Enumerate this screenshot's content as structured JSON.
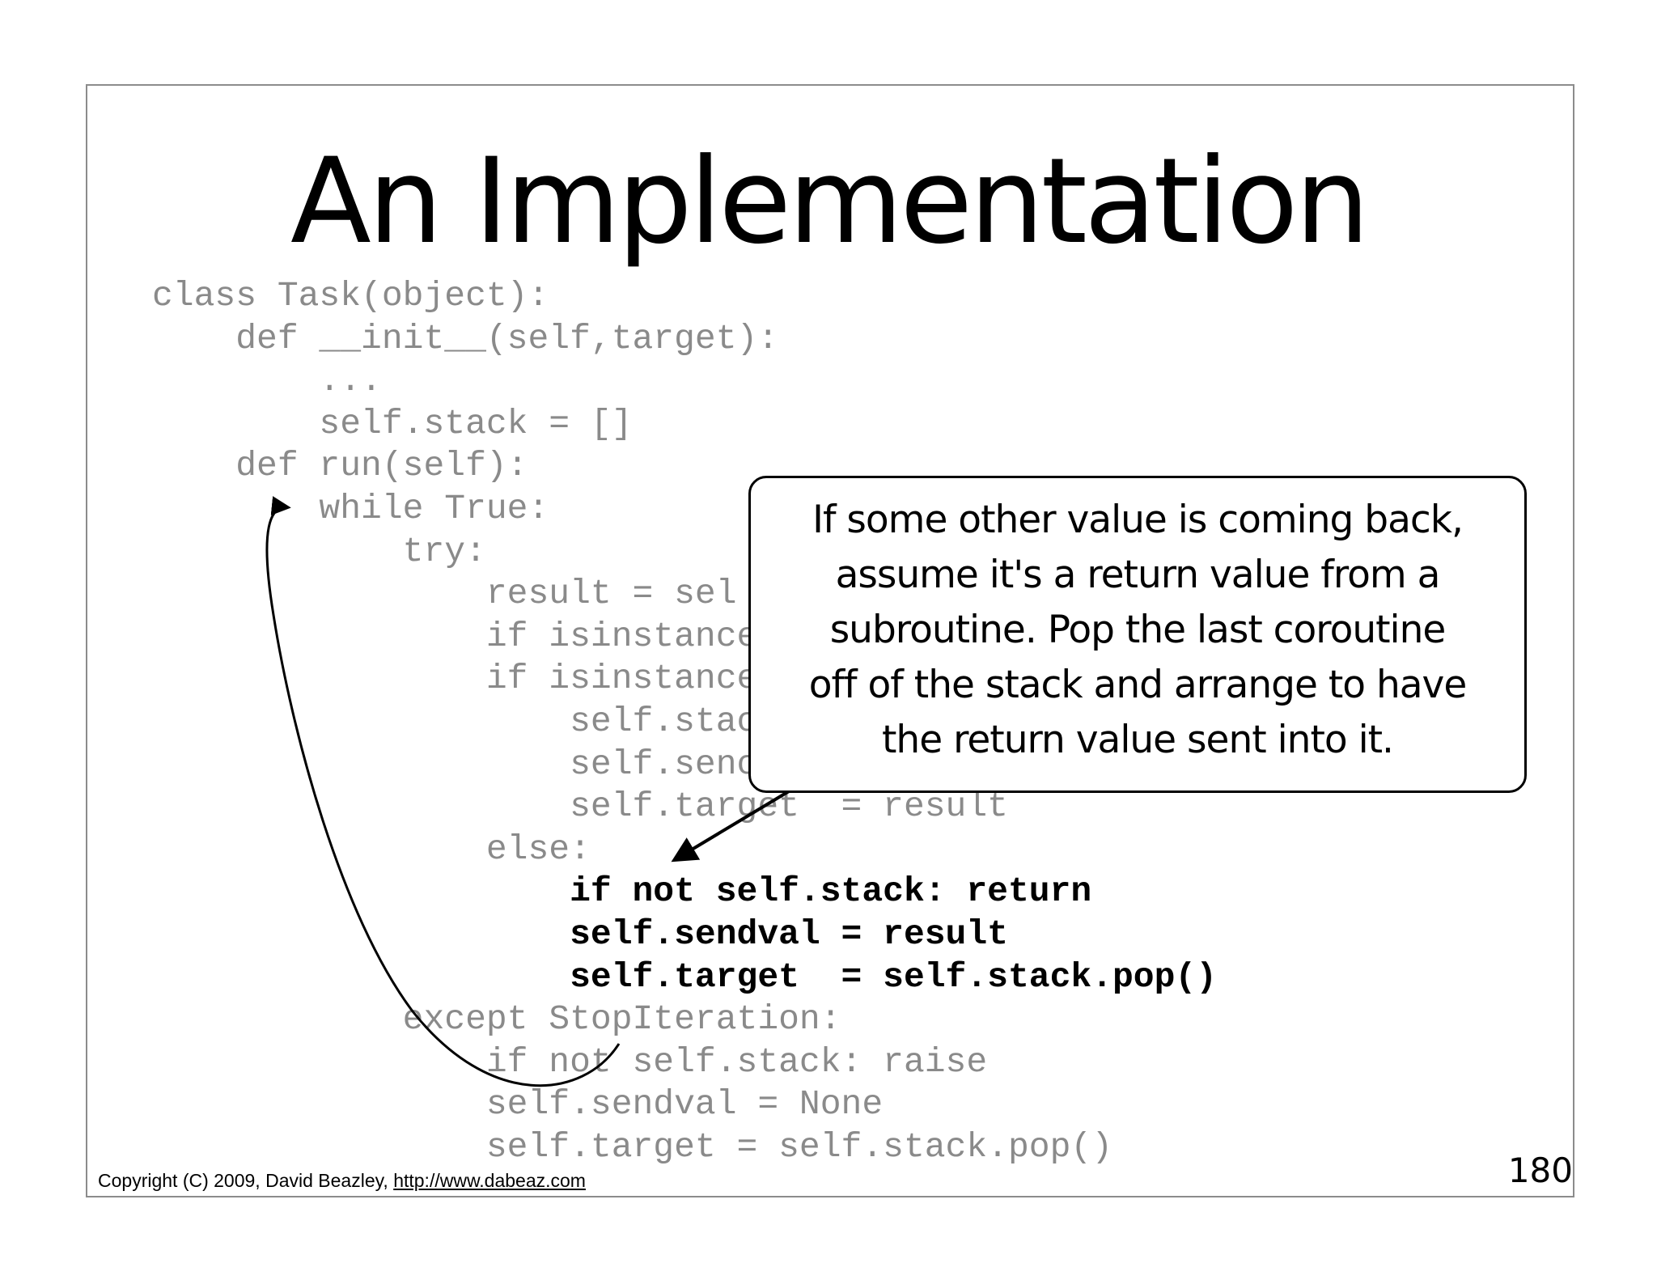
{
  "slide": {
    "title": "An Implementation",
    "code": [
      {
        "text": "class Task(object):",
        "bold": false
      },
      {
        "text": "    def __init__(self,target):",
        "bold": false
      },
      {
        "text": "        ...",
        "bold": false
      },
      {
        "text": "        self.stack = []",
        "bold": false
      },
      {
        "text": "    def run(self):",
        "bold": false
      },
      {
        "text": "        while True:",
        "bold": false
      },
      {
        "text": "            try:",
        "bold": false
      },
      {
        "text": "                result = sel",
        "bold": false
      },
      {
        "text": "                if isinstance",
        "bold": false
      },
      {
        "text": "                if isinstance",
        "bold": false
      },
      {
        "text": "                    self.stac",
        "bold": false
      },
      {
        "text": "                    self.senc",
        "bold": false
      },
      {
        "text": "                    self.target  = result",
        "bold": false
      },
      {
        "text": "                else:",
        "bold": false
      },
      {
        "text": "                    if not self.stack: return",
        "bold": true
      },
      {
        "text": "                    self.sendval = result",
        "bold": true
      },
      {
        "text": "                    self.target  = self.stack.pop()",
        "bold": true
      },
      {
        "text": "            except StopIteration:",
        "bold": false
      },
      {
        "text": "                if not self.stack: raise",
        "bold": false
      },
      {
        "text": "                self.sendval = None",
        "bold": false
      },
      {
        "text": "                self.target = self.stack.pop()",
        "bold": false
      }
    ],
    "callout": {
      "lines": [
        "If some other value is coming back,",
        "assume it's a return value from a",
        "subroutine.  Pop the last coroutine",
        "off of the stack and arrange to have",
        "the return value sent into it."
      ]
    },
    "footer": {
      "copyright": "Copyright (C) 2009,  David Beazley, ",
      "link": "http://www.dabeaz.com"
    },
    "page_number": "180"
  }
}
